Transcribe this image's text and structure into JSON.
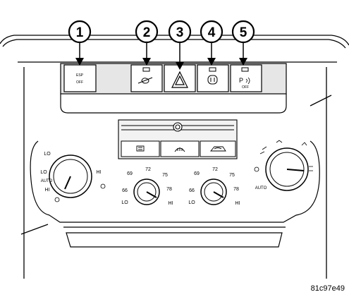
{
  "callouts": [
    "1",
    "2",
    "3",
    "4",
    "5"
  ],
  "switches": [
    {
      "icon": "esc-off-icon",
      "lines": [
        "ESP",
        "OFF"
      ]
    },
    {
      "icon": "hill-descent-icon",
      "lines": []
    },
    {
      "icon": "hazard-triangle-icon",
      "lines": []
    },
    {
      "icon": "lock-icon",
      "lines": []
    },
    {
      "icon": "park-assist-icon",
      "lines": [
        "P",
        "OFF"
      ]
    }
  ],
  "left_knob": {
    "labels": [
      "LO",
      "LO",
      "AUTO",
      "HI",
      "HI"
    ]
  },
  "temp_knob_left": {
    "labels": [
      "69",
      "72",
      "75",
      "66",
      "78",
      "LO",
      "HI"
    ]
  },
  "temp_knob_right": {
    "labels": [
      "69",
      "72",
      "75",
      "66",
      "78",
      "LO",
      "HI"
    ]
  },
  "mode_knob": {
    "labels": [
      "AUTO"
    ]
  },
  "climate_buttons": [
    {
      "icon": "rear-defrost-icon"
    },
    {
      "icon": "front-defrost-icon"
    },
    {
      "icon": "recirculation-icon"
    }
  ],
  "reference": "81c97e49"
}
